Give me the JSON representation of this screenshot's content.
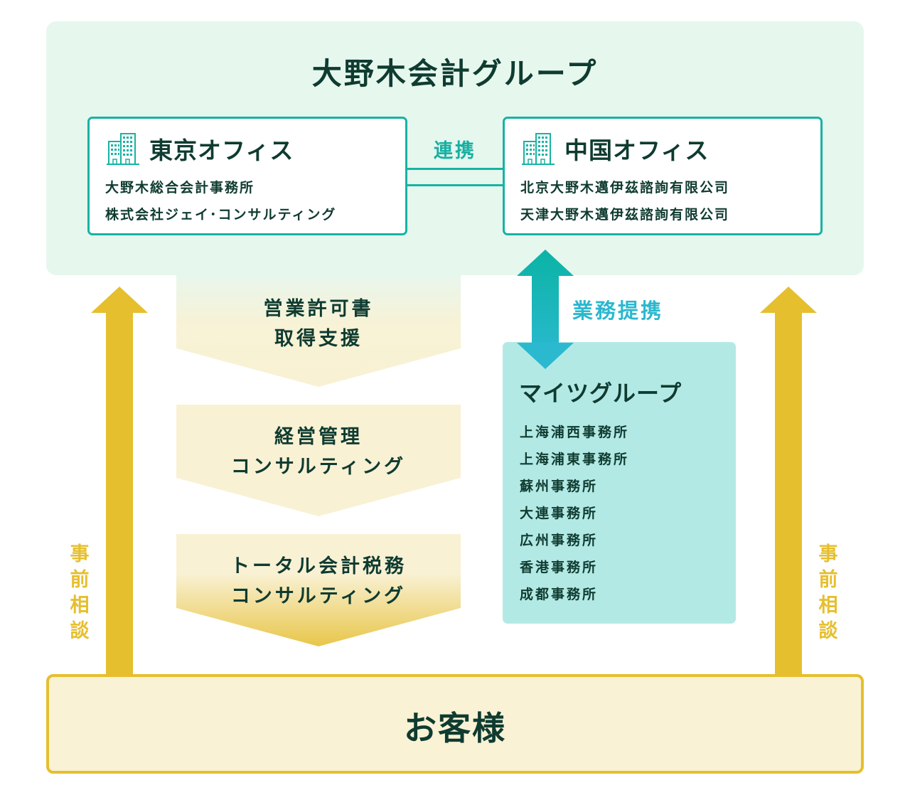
{
  "group": {
    "title": "大野木会計グループ",
    "colors": {
      "panel_bg": "#e6f7ee",
      "accent": "#17b3a3",
      "text": "#0f3b30"
    }
  },
  "offices": {
    "tokyo": {
      "icon": "building-icon",
      "name": "東京オフィス",
      "lines": [
        "大野木総合会計事務所",
        "株式会社ジェイ･コンサルティング"
      ]
    },
    "china": {
      "icon": "building-icon",
      "name": "中国オフィス",
      "lines": [
        "北京大野木邁伊茲諮詢有限公司",
        "天津大野木邁伊茲諮詢有限公司"
      ]
    },
    "link_label": "連携"
  },
  "services": [
    {
      "line1": "営業許可書",
      "line2": "取得支援"
    },
    {
      "line1": "経営管理",
      "line2": "コンサルティング"
    },
    {
      "line1": "トータル会計税務",
      "line2": "コンサルティング"
    }
  ],
  "partnership": {
    "label": "業務提携",
    "color": "#2bb8cf"
  },
  "partner": {
    "title": "マイツグループ",
    "offices": [
      "上海浦西事務所",
      "上海浦東事務所",
      "蘇州事務所",
      "大連事務所",
      "広州事務所",
      "香港事務所",
      "成都事務所"
    ],
    "bg": "#b3e9e5"
  },
  "consultation": {
    "left_label": "事前相談",
    "right_label": "事前相談",
    "color": "#e6bf2e"
  },
  "customer": {
    "label": "お客様",
    "bg": "#f9f2d5",
    "border": "#e6bf2e"
  }
}
